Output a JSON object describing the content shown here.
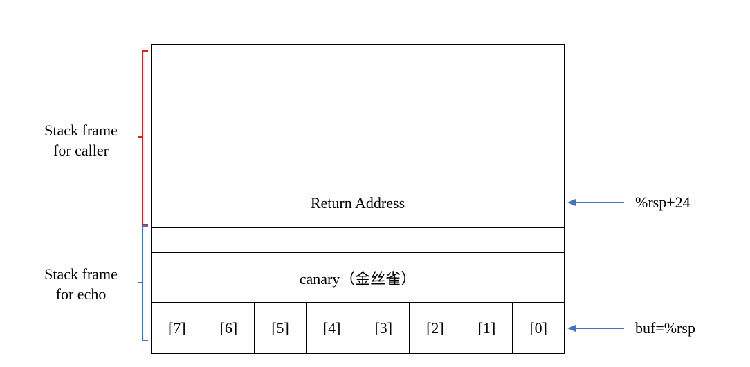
{
  "top_text": "",
  "stack": {
    "return_address": "Return Address",
    "canary": "canary（金丝雀）",
    "buf_cells": [
      "[7]",
      "[6]",
      "[5]",
      "[4]",
      "[3]",
      "[2]",
      "[1]",
      "[0]"
    ]
  },
  "labels": {
    "caller_frame": [
      "Stack frame",
      "for caller"
    ],
    "echo_frame": [
      "Stack frame",
      "for echo"
    ]
  },
  "pointers": {
    "return_address_pointer": "%rsp+24",
    "buf_pointer": "buf=%rsp"
  },
  "colors": {
    "caller_bracket": "#e02020",
    "echo_bracket": "#4472c4",
    "arrow": "#4472c4"
  }
}
